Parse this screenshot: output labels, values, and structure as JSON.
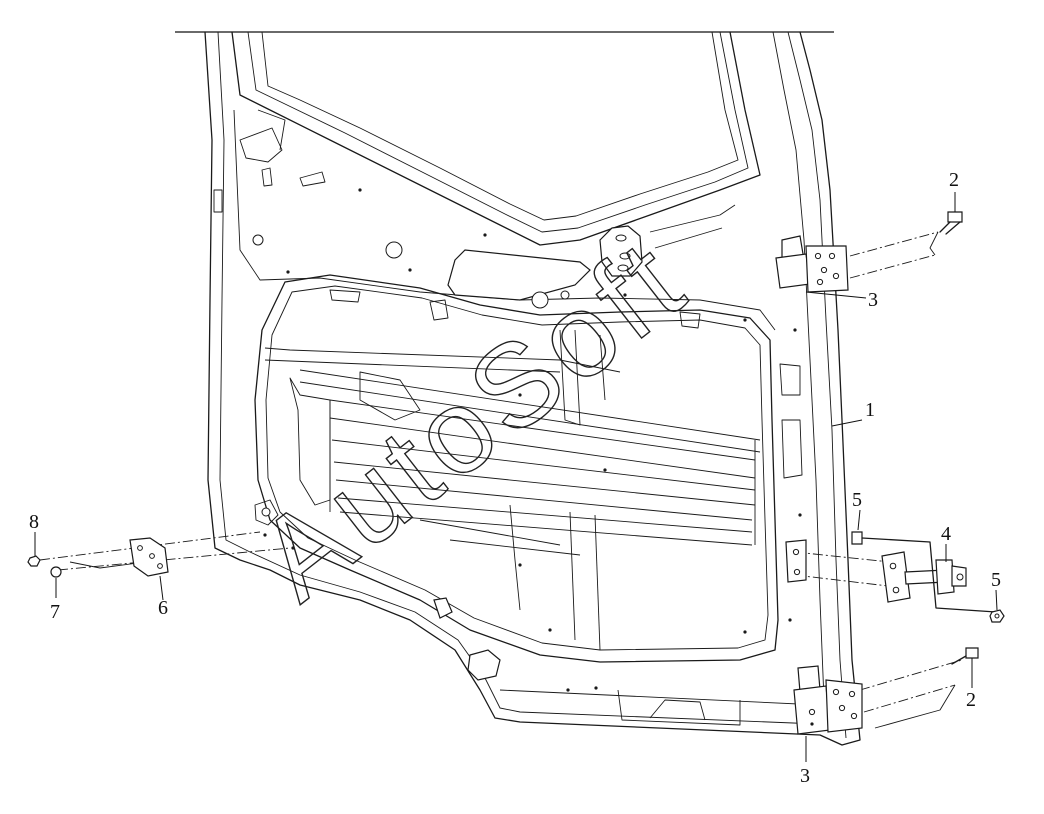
{
  "watermark": "AutoSoft",
  "callouts": [
    {
      "id": "1",
      "label": "1"
    },
    {
      "id": "2-top",
      "label": "2"
    },
    {
      "id": "3-top",
      "label": "3"
    },
    {
      "id": "8",
      "label": "8"
    },
    {
      "id": "7",
      "label": "7"
    },
    {
      "id": "6",
      "label": "6"
    },
    {
      "id": "5-top",
      "label": "5"
    },
    {
      "id": "4",
      "label": "4"
    },
    {
      "id": "5-right",
      "label": "5"
    },
    {
      "id": "2-bottom",
      "label": "2"
    },
    {
      "id": "3-bottom",
      "label": "3"
    }
  ]
}
